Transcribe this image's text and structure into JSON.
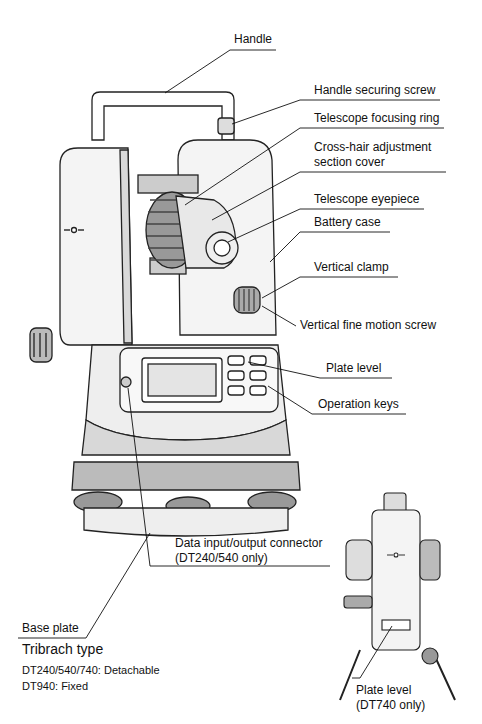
{
  "diagram": {
    "labels": [
      "Handle",
      "Handle securing screw",
      "Telescope focusing ring",
      "Cross-hair adjustment section cover",
      "Telescope eyepiece",
      "Battery case",
      "Vertical clamp",
      "Vertical fine motion screw",
      "Plate level",
      "Operation keys",
      "Data input/output connector (DT240/540 only)",
      "Base plate",
      "Tribrach type",
      "DT240/540/740: Detachable",
      "DT940: Fixed",
      "Plate level (DT740 only)"
    ]
  }
}
